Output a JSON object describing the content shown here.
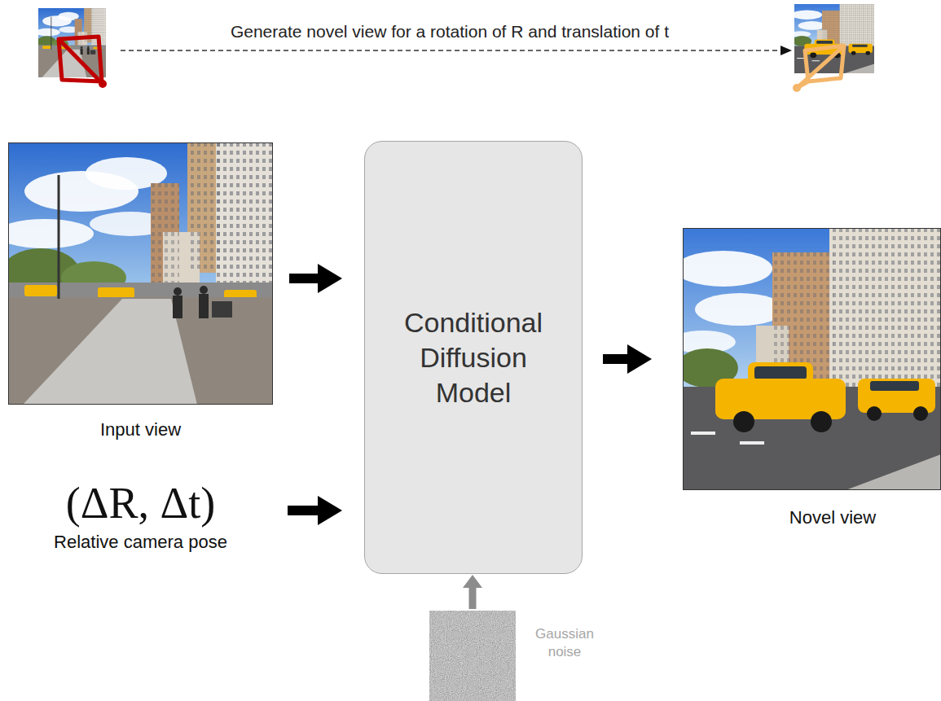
{
  "diagram": {
    "nodes": [
      {
        "text": [
          "Input view"
        ]
      },
      {
        "text": [
          "(ΔR, Δt)",
          "Relative camera pose"
        ]
      },
      {
        "text": [
          "Conditional Diffusion Model"
        ]
      },
      {
        "text": [
          "Novel view"
        ]
      },
      {
        "text": [
          "Gaussian noise"
        ]
      }
    ],
    "edges": [
      {
        "from": 0,
        "to": 2,
        "arrow": "to"
      },
      {
        "from": 1,
        "to": 2,
        "arrow": "to"
      },
      {
        "from": 2,
        "to": 3,
        "arrow": "to"
      },
      {
        "from": 4,
        "to": 2,
        "arrow": "to"
      }
    ],
    "labels": [
      "Generate novel view for a rotation of R and translation of t"
    ]
  }
}
